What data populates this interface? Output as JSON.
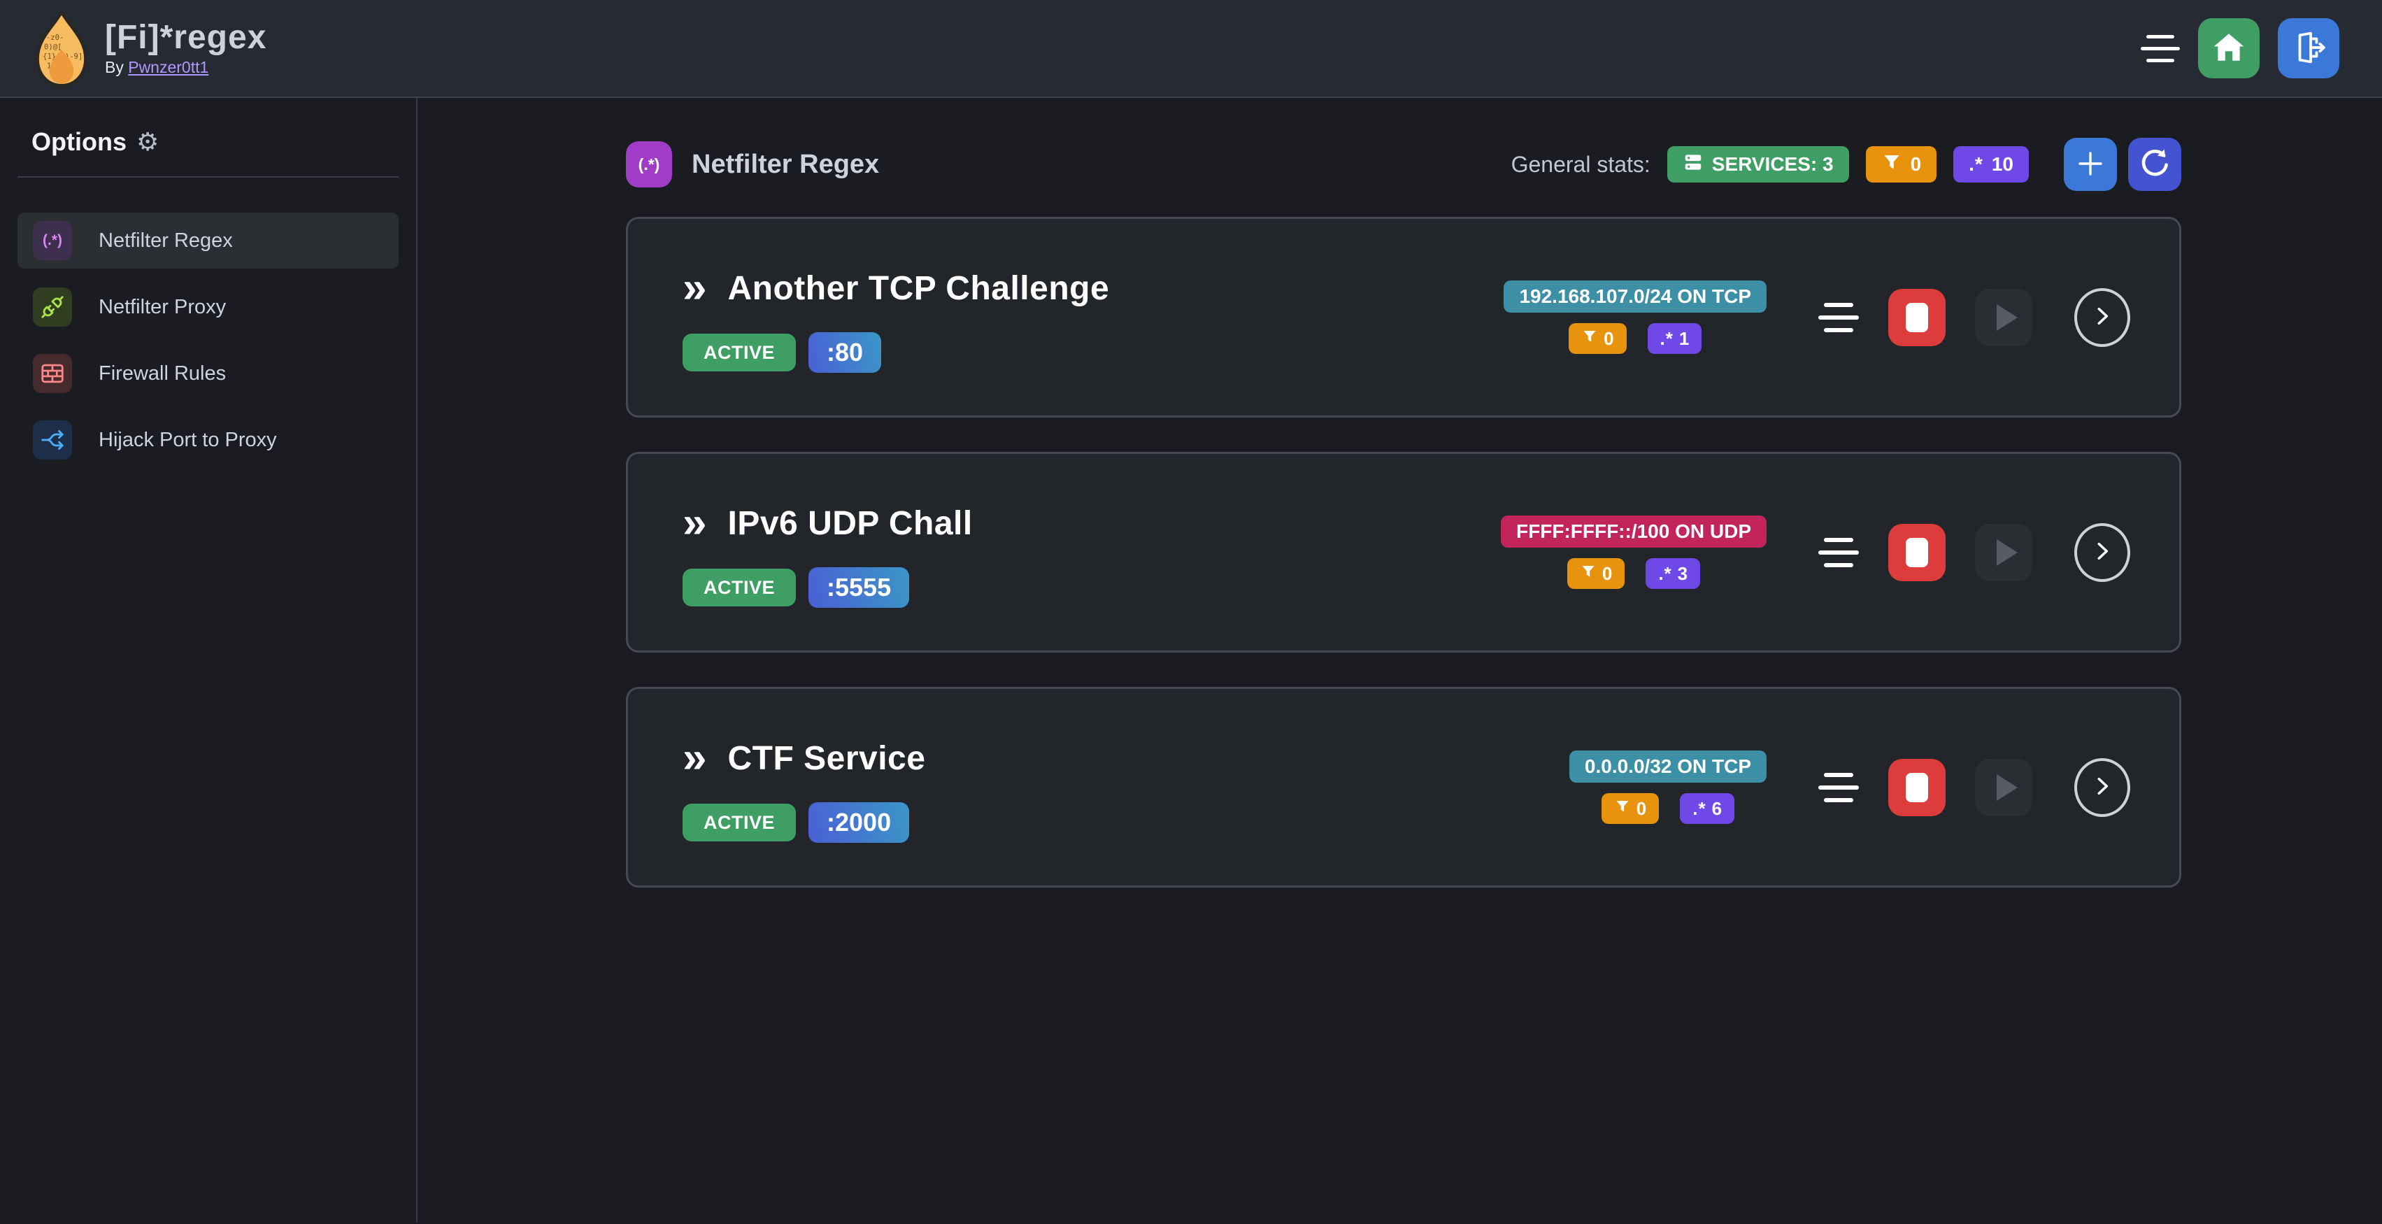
{
  "colors": {
    "green": "#3f9e64",
    "orange": "#e8930e",
    "violet": "#7048e8",
    "teal": "#3d8fa6",
    "pink": "#c2255c",
    "red": "#dd3c3c",
    "blue": "#3b78d8",
    "indigo": "#4353d2",
    "link": "#b197fc",
    "portA": "#4a5fd6",
    "portB": "#3b97c6"
  },
  "header": {
    "title": "[Fi]*regex",
    "byline_prefix": "By",
    "author": "Pwnzer0tt1"
  },
  "sidebar": {
    "heading": "Options",
    "gear_glyph": "⚙",
    "items": [
      {
        "label": "Netfilter Regex",
        "glyph": "(.*)"
      },
      {
        "label": "Netfilter Proxy"
      },
      {
        "label": "Firewall Rules"
      },
      {
        "label": "Hijack Port to Proxy"
      }
    ]
  },
  "ui": {
    "double_chevron": "»",
    "regex_glyph": ".*",
    "plus_glyph": "+"
  },
  "main": {
    "section": {
      "icon_glyph": "(.*)",
      "title": "Netfilter Regex"
    },
    "stats": {
      "label": "General stats:",
      "services": "SERVICES: 3",
      "filters": "0",
      "regexes": "10"
    },
    "services": [
      {
        "title": "Another TCP Challenge",
        "status": "ACTIVE",
        "port": ":80",
        "address": "192.168.107.0/24 ON TCP",
        "address_variant": "teal",
        "filters": "0",
        "regexes": "1"
      },
      {
        "title": "IPv6 UDP Chall",
        "status": "ACTIVE",
        "port": ":5555",
        "address": "FFFF:FFFF::/100 ON UDP",
        "address_variant": "pink",
        "filters": "0",
        "regexes": "3"
      },
      {
        "title": "CTF Service",
        "status": "ACTIVE",
        "port": ":2000",
        "address": "0.0.0.0/32 ON TCP",
        "address_variant": "teal",
        "filters": "0",
        "regexes": "6"
      }
    ]
  }
}
